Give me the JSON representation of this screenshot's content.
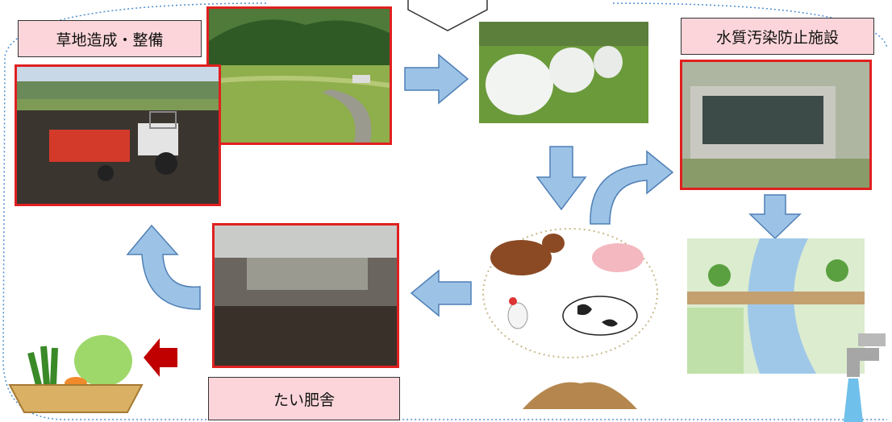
{
  "labels": {
    "grassland": "草地造成・整備",
    "water_facility": "水質汚染防止施設",
    "compost_barn": "たい肥舎"
  },
  "icons": {
    "top_chevron": "chevron-down-icon",
    "arrow_color": "#9cc3e6",
    "arrow_outline": "#4f7fb6",
    "red_arrow_color": "#c00000",
    "frame_color": "#e02020",
    "label_bg": "#fbd5d9"
  }
}
